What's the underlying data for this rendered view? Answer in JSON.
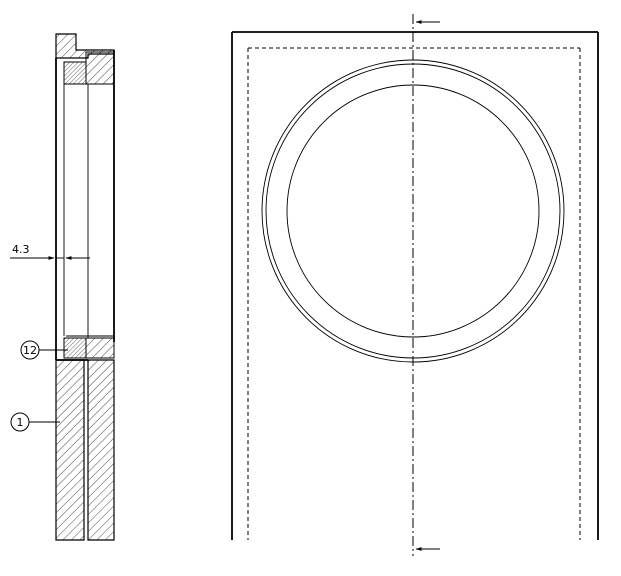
{
  "dimension": {
    "value": "4.3"
  },
  "callouts": [
    {
      "id": "12"
    },
    {
      "id": "1"
    }
  ]
}
